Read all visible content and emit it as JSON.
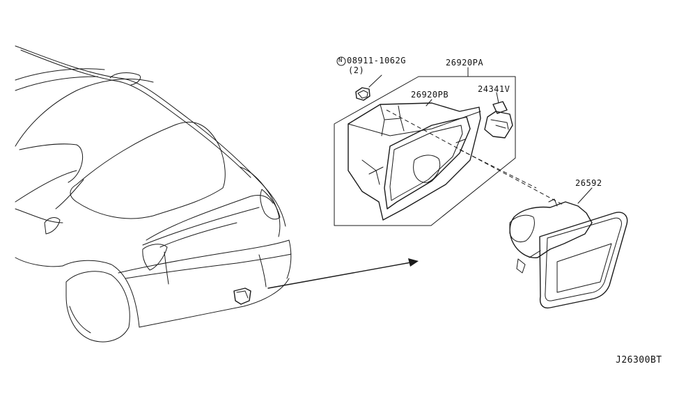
{
  "diagram": {
    "labels": {
      "nut_part": "08911-1062G",
      "nut_qty": "(2)",
      "nut_symbol": "N",
      "assembly": "26920PA",
      "housing": "26920PB",
      "bulb": "24341V",
      "lamp": "26592",
      "drawing_id": "J26300BT"
    }
  }
}
